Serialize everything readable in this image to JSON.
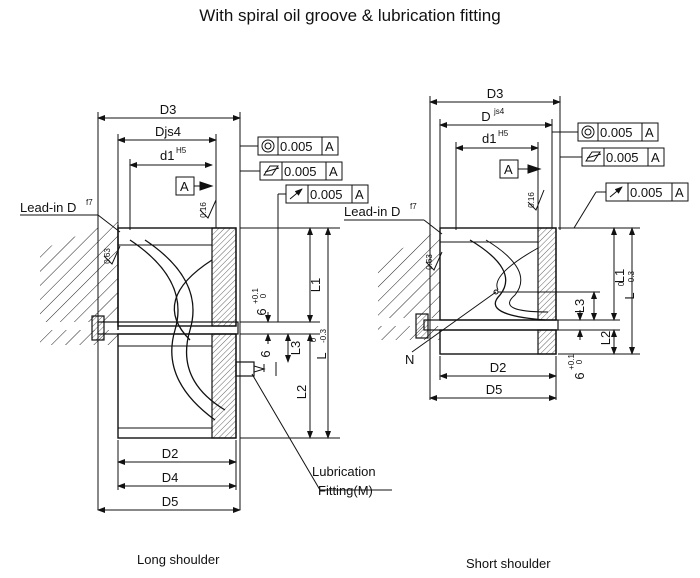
{
  "title": "With spiral oil groove & lubrication fitting",
  "captions": {
    "left": "Long shoulder",
    "right": "Short shoulder"
  },
  "left_drawing": {
    "dims": {
      "d3": "D3",
      "djs4": "Djs4",
      "d1": "d1",
      "d1_sup": "H5",
      "d2": "D2",
      "d4": "D4",
      "d5": "D5",
      "l1": "L1",
      "l2": "L2",
      "l3": "L3",
      "six_a": "6",
      "six_a_tol": "+0.1",
      "six_a_tol2": "0",
      "six_b": "6",
      "l_tot": "L",
      "l_tol_up": "0",
      "l_tol_lo": "-0.3"
    },
    "tolerances": {
      "concentricity": "0.005",
      "concentricity_ref": "A",
      "cylindricity": "0.005",
      "cylindricity_ref": "A",
      "runout": "0.005",
      "runout_ref": "A",
      "datum": "A"
    },
    "roughness": {
      "r1": "0.16",
      "r2": "0.63"
    },
    "labels": {
      "lead_in": "Lead-in D",
      "lead_in_sup": "f7",
      "lubrication_1": "Lubrication",
      "lubrication_2": "Fitting(M)"
    }
  },
  "right_drawing": {
    "dims": {
      "d3": "D3",
      "d": "D",
      "d_sup": "js4",
      "d1": "d1",
      "d1_sup": "H5",
      "d2": "D2",
      "d5": "D5",
      "n": "N",
      "l1": "L1",
      "l2": "L2",
      "l3": "L3",
      "six": "6",
      "six_tol": "+0.1",
      "six_tol2": "0",
      "l_tot": "L",
      "l_tol_up": "0",
      "l_tol_lo": "-0.3"
    },
    "tolerances": {
      "concentricity": "0.005",
      "concentricity_ref": "A",
      "cylindricity": "0.005",
      "cylindricity_ref": "A",
      "runout": "0.005",
      "runout_ref": "A",
      "datum": "A"
    },
    "roughness": {
      "r1": "0.16",
      "r2": "0.63"
    },
    "labels": {
      "lead_in": "Lead-in D",
      "lead_in_sup": "f7"
    }
  }
}
